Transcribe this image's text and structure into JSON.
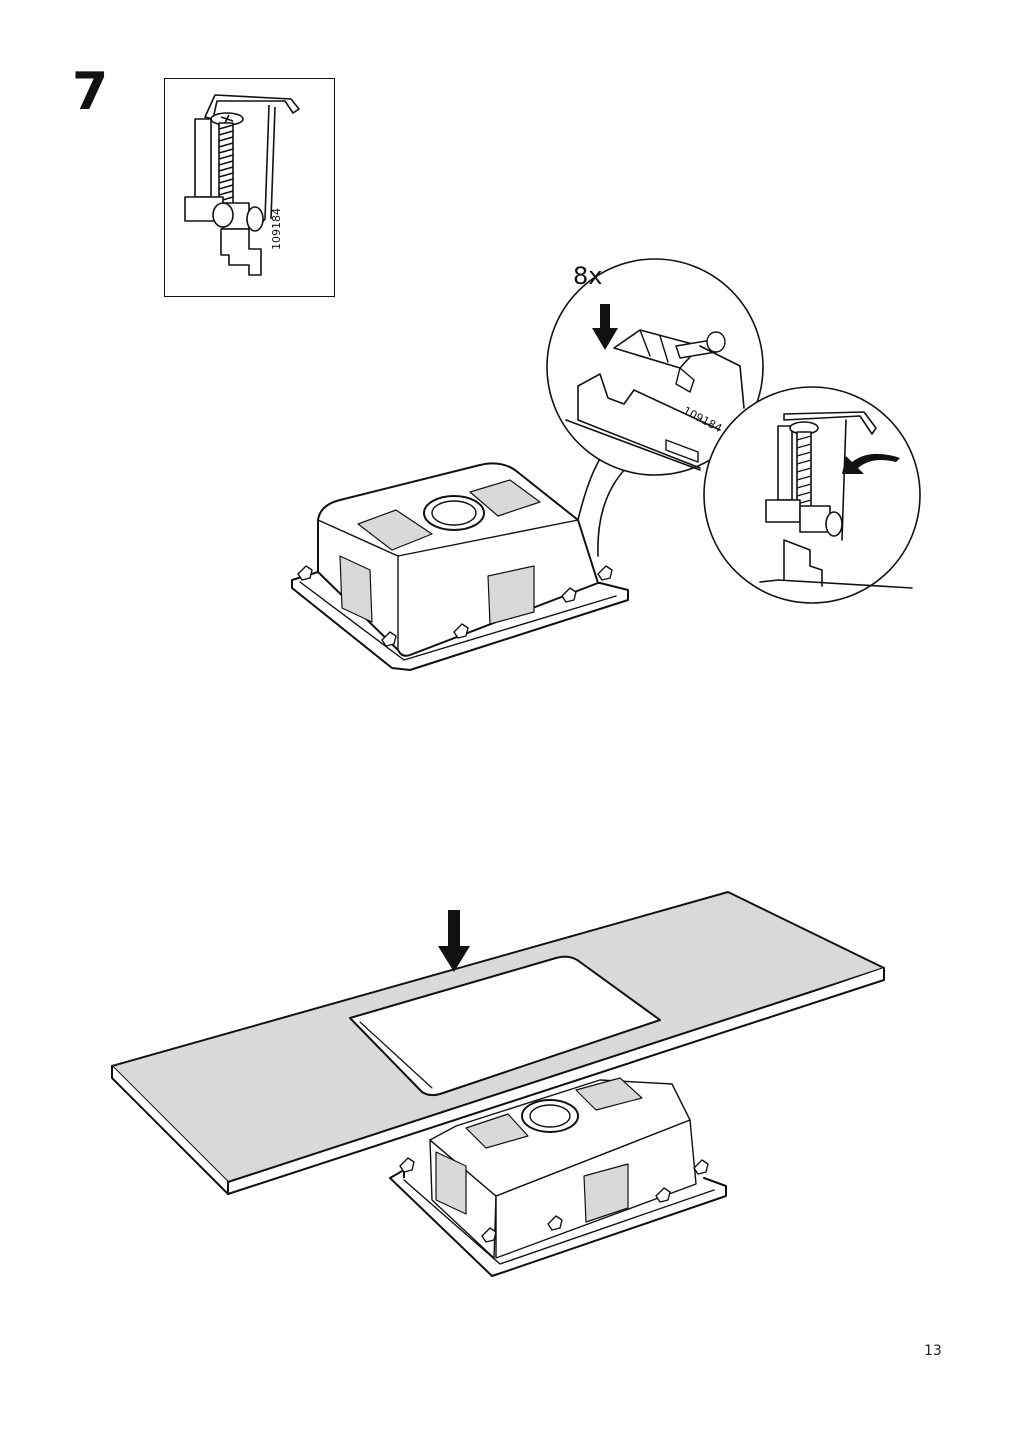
{
  "step": {
    "number": "7"
  },
  "part": {
    "code": "109184",
    "icon": "mounting-clip-icon"
  },
  "detail": {
    "quantity": "8x",
    "code": "109184"
  },
  "page": {
    "number": "13"
  },
  "colors": {
    "line": "#111111",
    "fill_gray": "#d9d9d9",
    "paper": "#ffffff"
  }
}
